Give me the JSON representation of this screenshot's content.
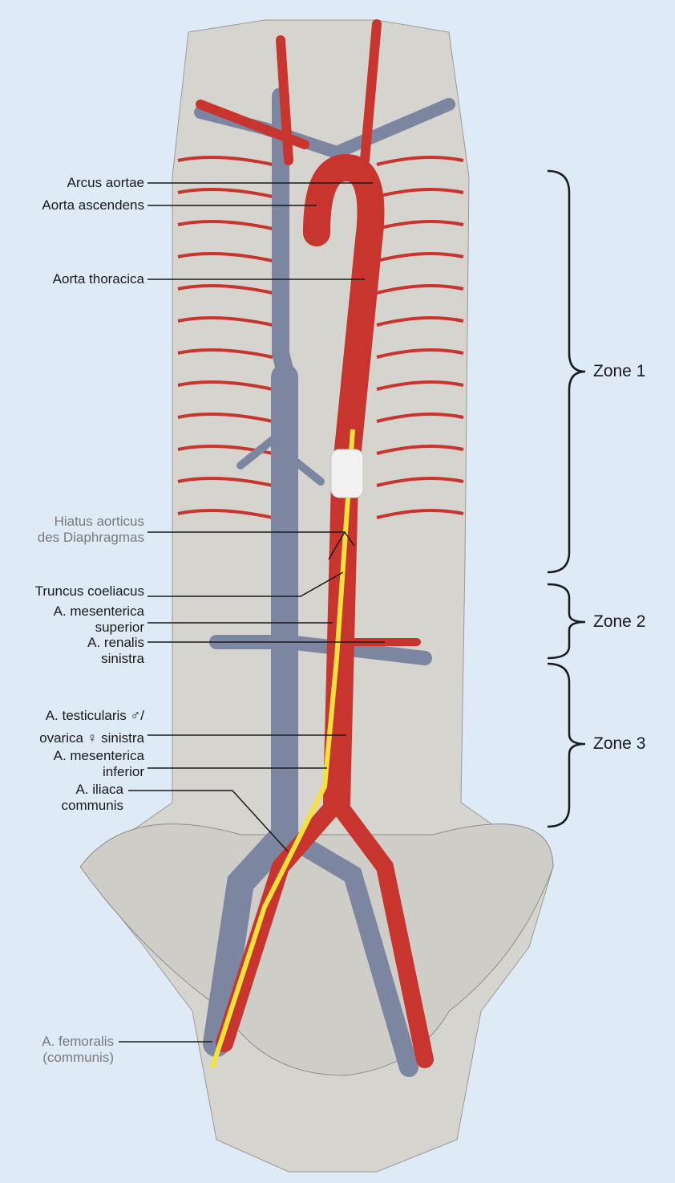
{
  "labels": {
    "arcus_aortae": "Arcus aortae",
    "aorta_ascendens": "Aorta ascendens",
    "aorta_thoracica": "Aorta thoracica",
    "hiatus_line1": "Hiatus aorticus",
    "hiatus_line2": "des Diaphragmas",
    "truncus_coeliacus": "Truncus coeliacus",
    "mes_sup_line1": "A. mesenterica",
    "mes_sup_line2": "superior",
    "renalis_line1": "A. renalis",
    "renalis_line2": "sinistra",
    "testicularis_line1": "A. testicularis ♂/",
    "testicularis_line2": "ovarica ♀ sinistra",
    "mes_inf_line1": "A. mesenterica",
    "mes_inf_line2": "inferior",
    "iliaca_line1": "A. iliaca",
    "iliaca_line2": "communis",
    "femoralis_line1": "A. femoralis",
    "femoralis_line2": "(communis)"
  },
  "zones": [
    "Zone 1",
    "Zone 2",
    "Zone 3"
  ],
  "colors": {
    "artery": "#c8342e",
    "vein": "#7d86a0",
    "bone": "#d3d1cc",
    "catheter": "#f5e13a",
    "background": "#dfeaf7"
  }
}
